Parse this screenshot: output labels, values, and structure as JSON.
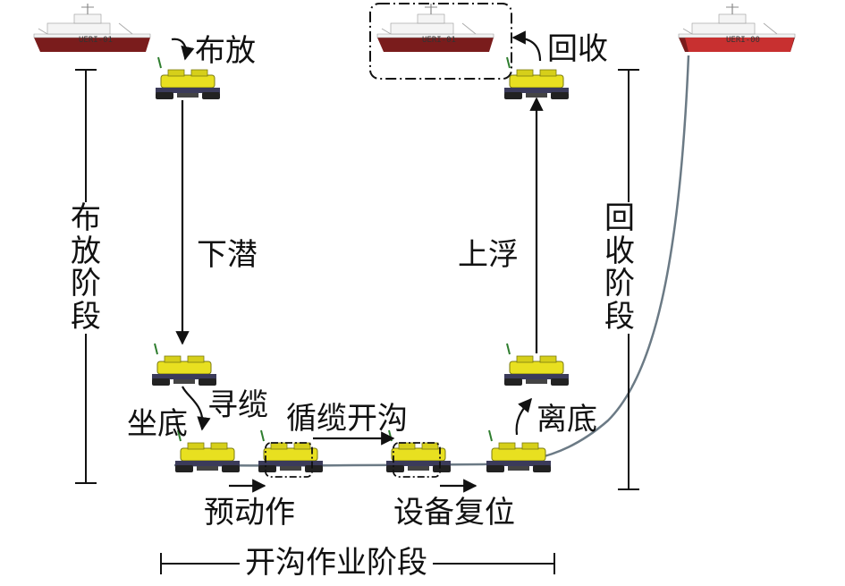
{
  "labels": {
    "deploy_action": "布放",
    "recover_action": "回收",
    "dive": "下潜",
    "float_up": "上浮",
    "sit_bottom": "坐底",
    "find_cable": "寻缆",
    "trench_along_cable": "循缆开沟",
    "leave_bottom": "离底",
    "pre_action": "预动作",
    "device_reset": "设备复位"
  },
  "phases": {
    "deploy_phase": "布放阶段",
    "recover_phase": "回收阶段",
    "trenching_phase": "开沟作业阶段"
  },
  "ships": {
    "left_hull": "UERI-01",
    "middle_hull": "UERI-01",
    "right_hull": "UERI-00"
  },
  "colors": {
    "vehicle_body": "#e8e020",
    "vehicle_frame": "#2a2a2a",
    "ship_hull_dark": "#7a1c1c",
    "ship_hull_red": "#c83030",
    "cable": "#6b7a85",
    "arrow": "#111111"
  }
}
